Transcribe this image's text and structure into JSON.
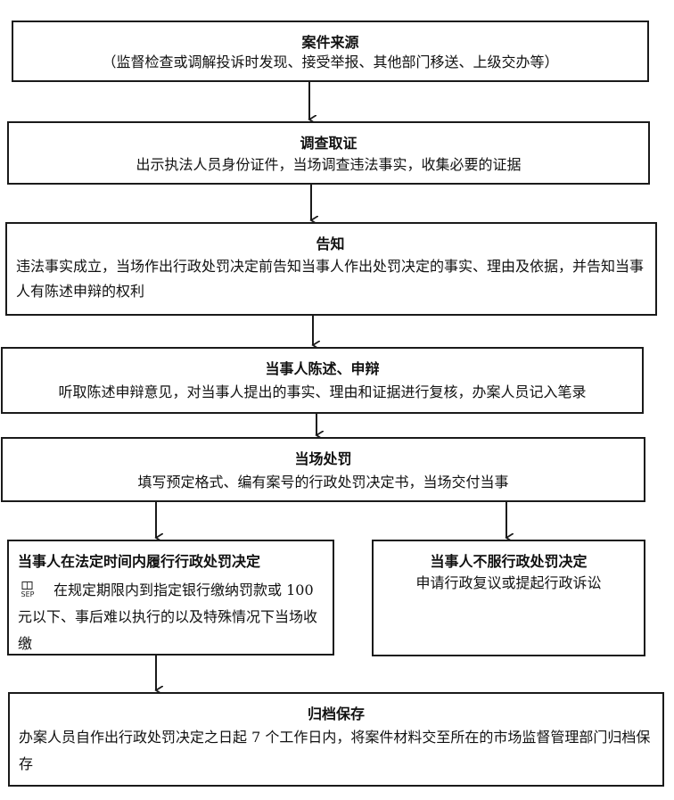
{
  "steps": {
    "source": {
      "title": "案件来源",
      "text": "（监督检查或调解投诉时发现、接受举报、其他部门移送、上级交办等）"
    },
    "investigate": {
      "title": "调查取证",
      "text": "出示执法人员身份证件，当场调查违法事实，收集必要的证据"
    },
    "notify": {
      "title": "告知",
      "text": "违法事实成立，当场作出行政处罚决定前告知当事人作出处罚决定的事实、理由及依据，并告知当事人有陈述申辩的权利"
    },
    "statement": {
      "title": "当事人陈述、申辩",
      "text": "听取陈述申辩意见，对当事人提出的事实、理由和证据进行复核，办案人员记入笔录"
    },
    "penalty": {
      "title": "当场处罚",
      "text": "填写预定格式、编有案号的行政处罚决定书，当场交付当事"
    },
    "comply": {
      "title": "当事人在法定时间内履行行政处罚决定",
      "icon_label": "SEP",
      "text": "在规定期限内到指定银行缴纳罚款或 100 元以下、事后难以执行的以及特殊情况下当场收缴"
    },
    "dispute": {
      "title": "当事人不服行政处罚决定",
      "text": "申请行政复议或提起行政诉讼"
    },
    "archive": {
      "title": "归档保存",
      "text": "办案人员自作出行政处罚决定之日起 7 个工作日内，将案件材料交至所在的市场监督管理部门归档保存"
    }
  },
  "colors": {
    "border": "#1a1a1a",
    "arrow": "#1a1a1a",
    "text": "#111111"
  }
}
